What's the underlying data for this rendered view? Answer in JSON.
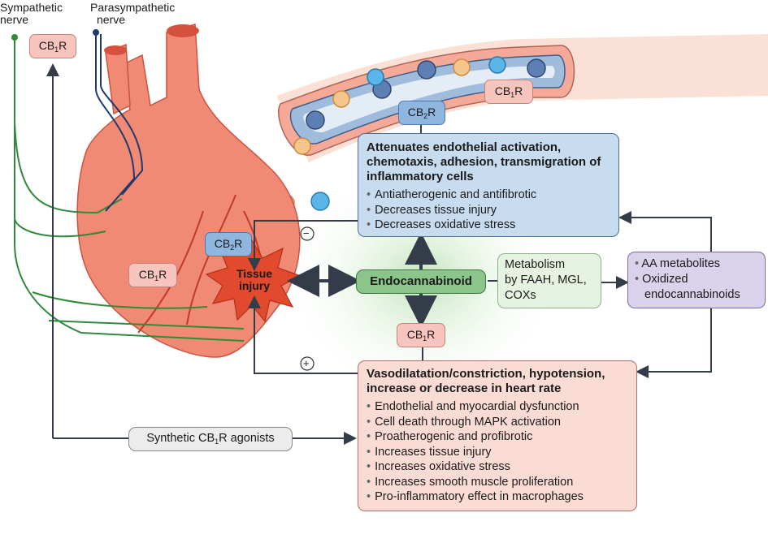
{
  "labels": {
    "sympathetic_nerve": [
      "Sympathetic",
      "nerve"
    ],
    "parasympathetic_nerve": [
      "Parasympathetic",
      "nerve"
    ],
    "tissue_injury": [
      "Tissue",
      "injury"
    ],
    "minus_sign": "−",
    "plus_sign": "+"
  },
  "receptors": {
    "cb1_top": {
      "pre": "CB",
      "sub": "1",
      "post": "R"
    },
    "cb1_vessel": {
      "pre": "CB",
      "sub": "1",
      "post": "R"
    },
    "cb2_vessel": {
      "pre": "CB",
      "sub": "2",
      "post": "R"
    },
    "cb2_heart": {
      "pre": "CB",
      "sub": "2",
      "post": "R"
    },
    "cb1_heart": {
      "pre": "CB",
      "sub": "1",
      "post": "R"
    },
    "cb1_center": {
      "pre": "CB",
      "sub": "1",
      "post": "R"
    }
  },
  "endocannabinoid": "Endocannabinoid",
  "metabolism": [
    "Metabolism",
    "by FAAH, MGL,",
    "COXs"
  ],
  "metabolites": [
    "AA metabolites",
    "Oxidized",
    "endocannabinoids"
  ],
  "cb2_effects": {
    "heading": "Attenuates endothelial activation, chemotaxis, adhesion, transmigration of inflammatory cells",
    "items": [
      "Antiatherogenic and antifibrotic",
      "Decreases tissue injury",
      "Decreases oxidative stress"
    ]
  },
  "cb1_effects": {
    "heading": "Vasodilatation/constriction, hypotension, increase or decrease in heart rate",
    "items": [
      "Endothelial and myocardial dysfunction",
      "Cell death through MAPK activation",
      "Proatherogenic and profibrotic",
      "Increases tissue injury",
      "Increases oxidative stress",
      "Increases smooth muscle proliferation",
      "Pro-inflammatory effect in macrophages"
    ]
  },
  "synthetic_agonists": {
    "pre": "Synthetic CB",
    "sub": "1",
    "post": "R agonists"
  },
  "colors": {
    "heart": "#f08a74",
    "heart_dark": "#d5513d",
    "vessel": "#f5b6a6",
    "sympathetic": "#2f8a3a",
    "parasympathetic": "#1f3a6b",
    "arrow": "#333c48",
    "injury": "#e24a2e"
  }
}
